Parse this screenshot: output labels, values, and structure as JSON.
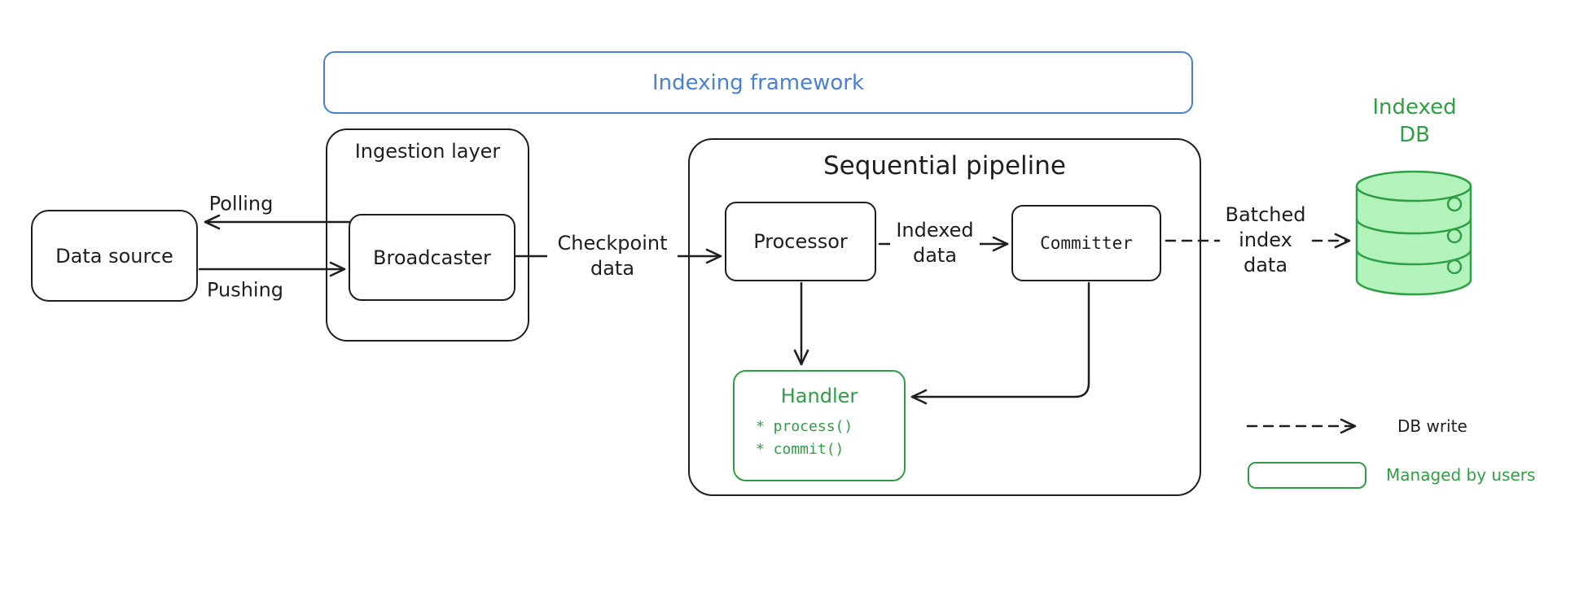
{
  "colors": {
    "background": "#ffffff",
    "ink": "#1e1e1e",
    "blue": "#4a7fd6",
    "green": "#2f9e44",
    "green_fill": "#b2f2bb"
  },
  "framework": {
    "title": "Indexing framework"
  },
  "ingestion": {
    "title": "Ingestion layer",
    "broadcaster_label": "Broadcaster"
  },
  "data_source": {
    "label": "Data source"
  },
  "pipeline": {
    "title": "Sequential pipeline",
    "processor_label": "Processor",
    "committer_label": "Committer"
  },
  "handler": {
    "title": "Handler",
    "items": [
      "* process()",
      "* commit()"
    ]
  },
  "edges": {
    "polling_label": "Polling",
    "pushing_label": "Pushing",
    "checkpoint_label": "Checkpoint data",
    "indexed_label": "Indexed data",
    "batched_label": "Batched index data"
  },
  "database": {
    "label": "Indexed DB"
  },
  "legend": {
    "db_write_label": "DB write",
    "managed_label": "Managed by users"
  }
}
